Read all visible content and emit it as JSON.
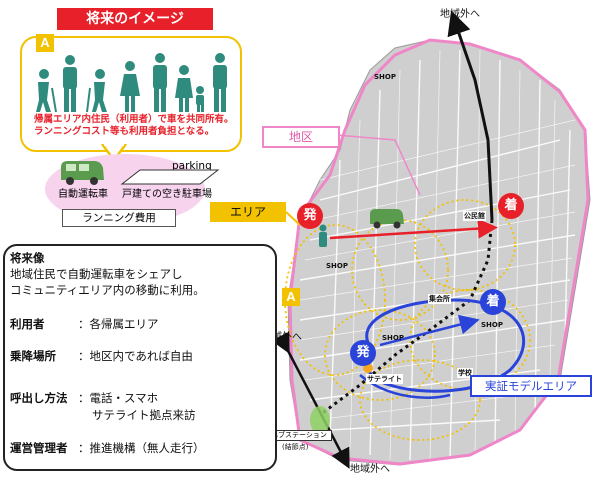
{
  "future": {
    "title": "将来のイメージ",
    "badge": "A",
    "residents_note": [
      "帰属エリア内住民（利用者）で車を共同所有。",
      "ランニングコスト等も利用者負担となる。"
    ]
  },
  "vehicle": {
    "label": "自動運転車",
    "parking_label": "parking",
    "parking_lot_label": "戸建ての空き駐車場",
    "running_cost": "ランニング費用"
  },
  "labels": {
    "district": "地区",
    "area": "エリア",
    "area_badge": "A",
    "outside_top": "地域外へ",
    "outside_left": "地域外へ",
    "outside_bottom": "地域外へ",
    "demo_area": "実証モデルエリア",
    "depart": "発",
    "arrive": "着"
  },
  "map_labels": {
    "shop1": "SHOP",
    "shop2": "SHOP",
    "shop3": "SHOP",
    "shop4": "SHOP",
    "community_hall": "公民館",
    "meeting_place": "集会所",
    "satellite": "サテライト",
    "school": "学校",
    "hub_station": "ハブステーション",
    "hub_station_sub": "(結節点)"
  },
  "info": {
    "heading": "将来像",
    "desc1": "地域住民で自動運転車をシェアし",
    "desc2": "コミュニティエリア内の移動に利用。",
    "users_label": "利用者",
    "users_value": "：各帰属エリア",
    "boarding_label": "乗降場所",
    "boarding_value": "：地区内であれば自由",
    "call_label": "呼出し方法",
    "call_value1": "：電話・スマホ",
    "call_value2": "サテライト拠点来訪",
    "operator_label": "運営管理者",
    "operator_value": "：推進機構（無人走行）"
  },
  "colors": {
    "red": "#e8202a",
    "yellow": "#f2c100",
    "pink": "#ef86c8",
    "blue": "#2a43d9",
    "vehicle_green": "#5a9b4e"
  }
}
